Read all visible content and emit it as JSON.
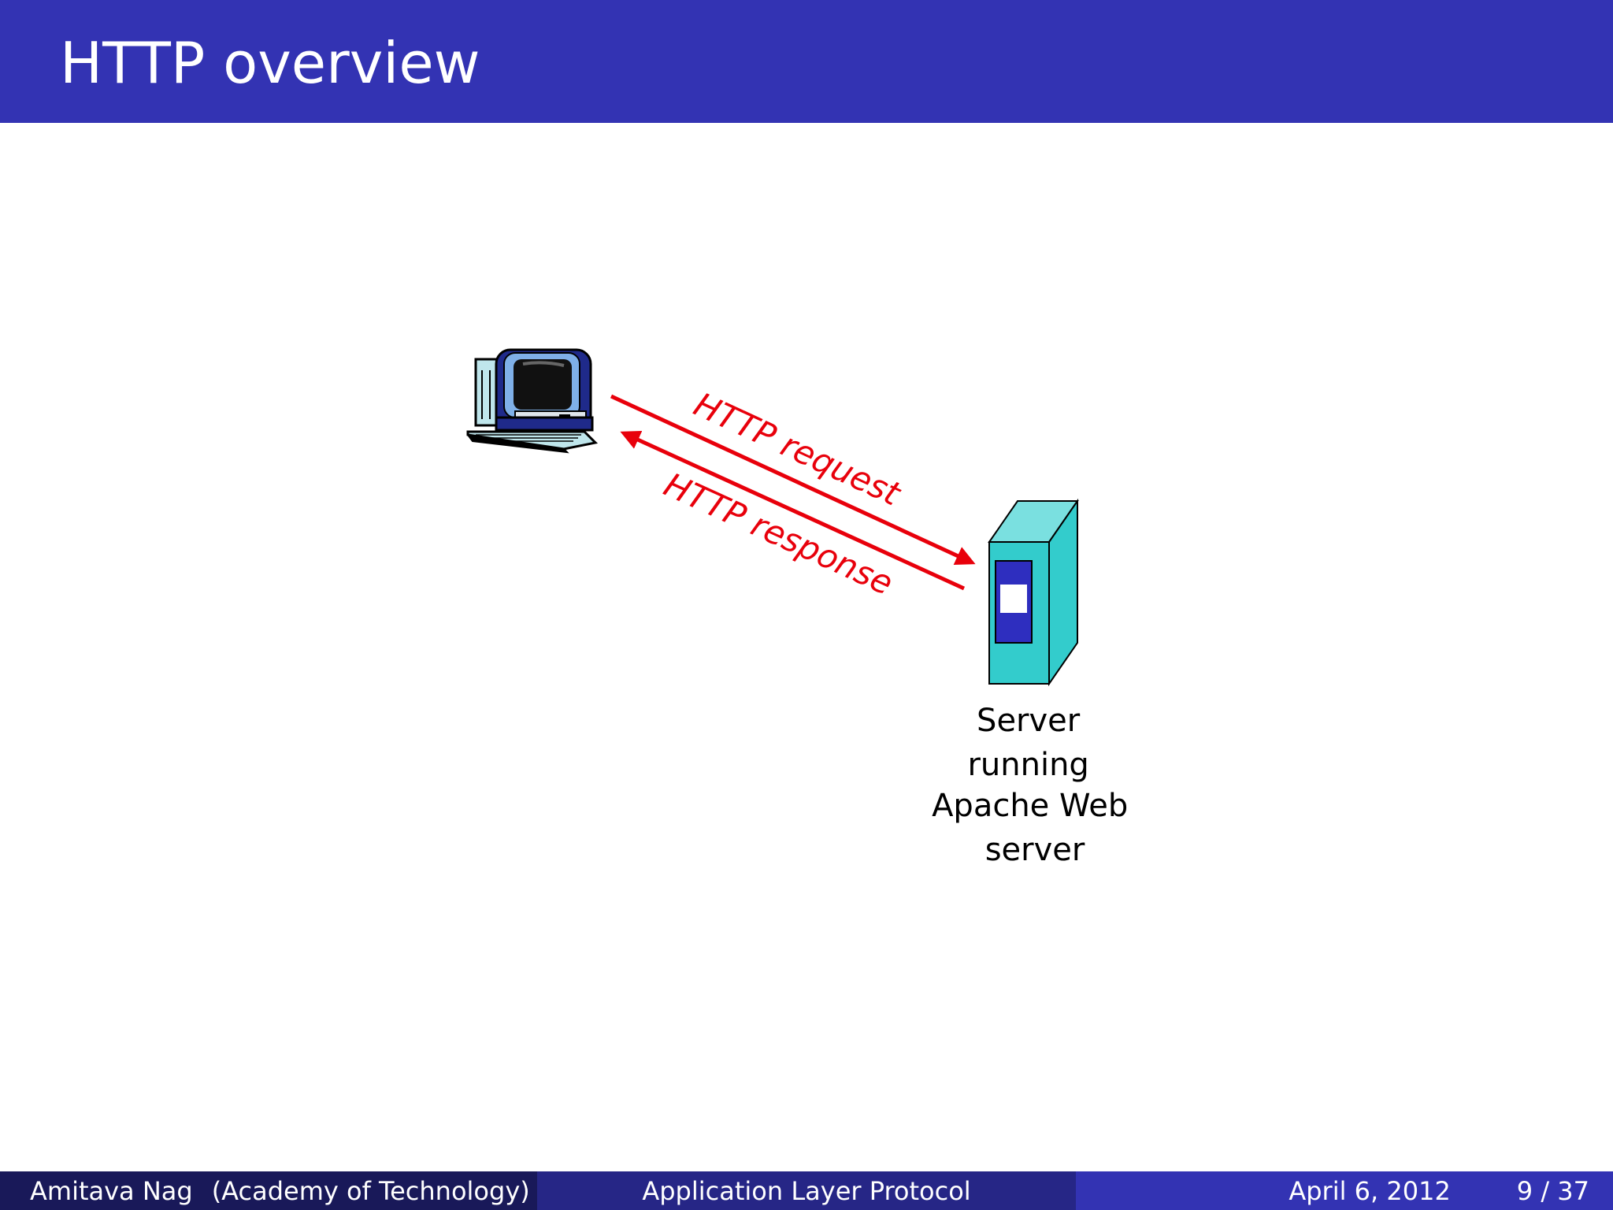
{
  "slide": {
    "title": "HTTP overview"
  },
  "diagram": {
    "arrows": {
      "request_label": "HTTP request",
      "response_label": "HTTP response"
    },
    "server": {
      "caption_lines": [
        "Server",
        "running",
        "Apache Web",
        "server"
      ]
    },
    "colors": {
      "arrow": "#e8000b",
      "server_body": "#33cccc",
      "server_panel": "#2e2ebf",
      "title_bar": "#3333b3"
    },
    "icons": [
      "desktop-computer-icon",
      "server-tower-icon"
    ]
  },
  "footer": {
    "author": "Amitava Nag",
    "institute": "(Academy of Technology)",
    "presentation_title": "Application Layer Protocol",
    "date": "April 6, 2012",
    "page": "9 / 37"
  }
}
